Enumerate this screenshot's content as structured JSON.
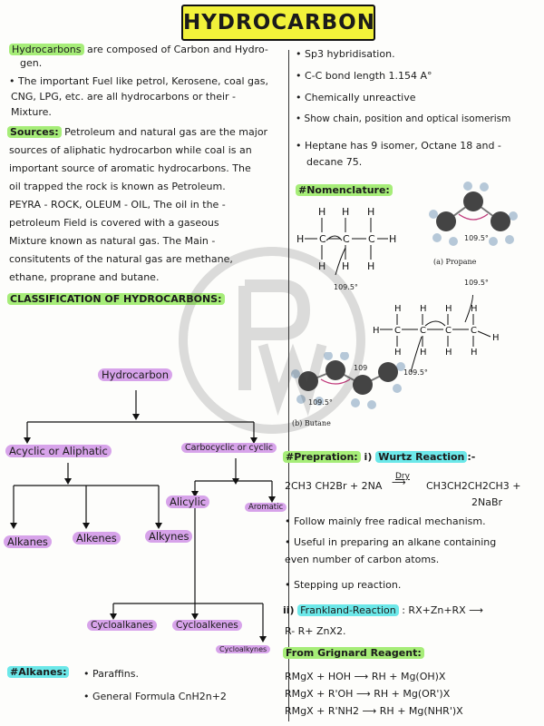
{
  "title": "HYDROCARBON",
  "left": {
    "intro": {
      "term": "Hydrocarbons",
      "rest_line1": "are composed of Carbon and Hydro-",
      "line2": "gen."
    },
    "fuels": [
      "• The important Fuel like petrol, Kerosene, coal gas,",
      "CNG, LPG, etc. are all hydrocarbons or their -",
      "Mixture."
    ],
    "sources": {
      "heading": "Sources:",
      "first_line_rest": "Petroleum and natural gas are the major",
      "lines": [
        "sources of aliphatic hydrocarbon while coal is an",
        "important source of aromatic hydrocarbons. The",
        "oil trapped the rock is known as Petroleum.",
        "PEYRA - ROCK, OLEUM - OIL, The oil in the -",
        "petroleum Field is covered with a gaseous",
        "Mixture known as natural gas. The Main -",
        "consitutents of the natural gas are methane,",
        "ethane, proprane and butane."
      ]
    },
    "classification": {
      "heading": "CLASSIFICATION OF HYDROCARBONS:",
      "root": "Hydrocarbon",
      "acyclic": "Acyclic or Aliphatic",
      "carbocyclic": "Carbocyclic or cyclic",
      "alicyclic": "Alicylic",
      "aromatic": "Aromatic",
      "alkanes": "Alkanes",
      "alkenes": "Alkenes",
      "alkynes": "Alkynes",
      "cycloalkanes": "Cycloalkanes",
      "cycloalkenes": "Cycloalkenes",
      "cycloalkynes": "Cycloalkynes"
    },
    "alkanes_section": {
      "heading": "#Alkanes:",
      "bullet1": "• Paraffins.",
      "bullet2": "• General Formula CnH2n+2"
    }
  },
  "right": {
    "properties": [
      "• Sp3 hybridisation.",
      "• C-C bond length 1.154 A°",
      "• Chemically unreactive",
      "• Show chain, position and optical isomerism",
      "• Heptane has 9 isomer, Octane 18 and -",
      "decane 75."
    ],
    "nomenclature": {
      "heading": "#Nomenclature:",
      "propane_caption": "(a) Propane",
      "butane_caption": "(b) Butane",
      "angle": "109.5°"
    },
    "preparation": {
      "heading": "#Prepration:",
      "method1_no": "i)",
      "method1": "Wurtz Reaction",
      "method1_suffix": ":-",
      "eq1_left": "2CH3 CH2Br + 2NA",
      "eq1_reagent": "Dry",
      "eq1_right": "CH3CH2CH2CH3 +",
      "eq1_byproduct": "2NaBr",
      "notes": [
        "• Follow mainly free radical mechanism.",
        "• Useful in preparing an alkane containing",
        "even number of carbon atoms.",
        "• Stepping up reaction."
      ],
      "method2_no": "ii)",
      "method2": "Frankland-Reaction",
      "method2_eq": ": RX+Zn+RX ⟶",
      "method2_product": "R- R+ ZnX2.",
      "grignard_heading": "From Grignard Reagent:",
      "grignard_eqs": [
        "RMgX + HOH ⟶ RH + Mg(OH)X",
        "RMgX + R'OH ⟶ RH + Mg(OR')X",
        "RMgX + R'NH2 ⟶ RH + Mg(NHR')X"
      ]
    }
  },
  "colors": {
    "title_bg": "#f2f23a",
    "green_hl": "#a6ed78",
    "yellow_hl": "#f3ef4a",
    "purple_hl": "#d7a3ea",
    "cyan_hl": "#6ce8e9"
  }
}
